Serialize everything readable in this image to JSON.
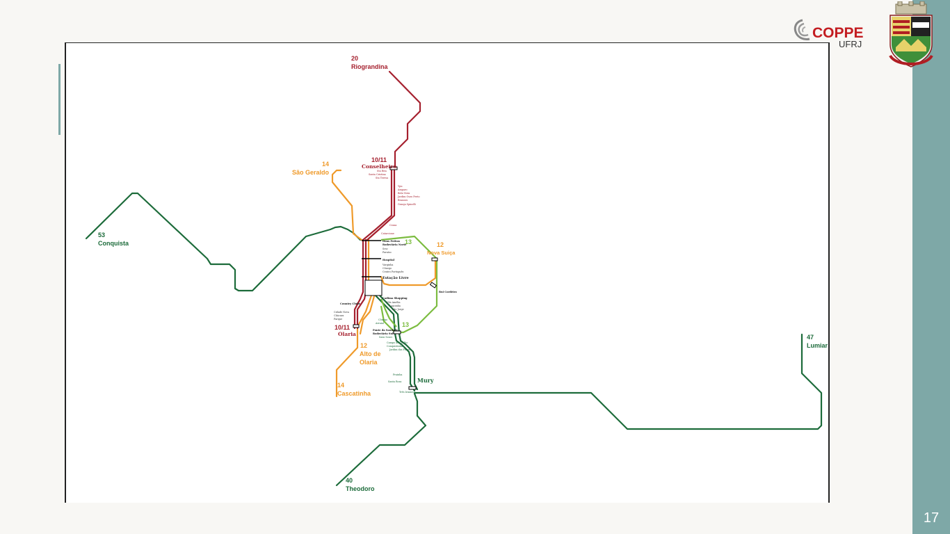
{
  "slide": {
    "page_number": "17"
  },
  "logos": {
    "coppe": "COPPE",
    "ufrj": "UFRJ"
  },
  "colors": {
    "red": "#a5202e",
    "orange": "#ef9a2a",
    "light_green": "#7cbc40",
    "dark_green": "#1c6b3a",
    "sidebar": "#7ea8a7"
  },
  "map": {
    "line_labels": {
      "riograndina": {
        "num": "20",
        "name": "Riograndina"
      },
      "conselheiro": {
        "num": "10/11",
        "name": "Conselheiro"
      },
      "sao_geraldo": {
        "num": "14",
        "name": "São Geraldo"
      },
      "conquista": {
        "num": "53",
        "name": "Conquista"
      },
      "nova_suica": {
        "num": "12",
        "name": "Nova Suiça"
      },
      "olaria": {
        "num": "10/11",
        "name": "Olaria"
      },
      "alto_olaria": {
        "num": "12",
        "name1": "Alto de",
        "name2": "Olaria"
      },
      "cascatinha": {
        "num": "14",
        "name": "Cascatinha"
      },
      "lumiar": {
        "num": "47",
        "name": "Lumiar"
      },
      "theodoro": {
        "num": "40",
        "name": "Theodoro"
      },
      "ring13_top": "13",
      "ring13_bottom": "13"
    },
    "stations": {
      "estacao_livre": "Estação Livre",
      "mury": "Mury",
      "rui_cordeiro": "Rui Cordeiro",
      "country_club": "Country Clube",
      "hospital": "Hospital",
      "duas_pedras": "Duas Pedras",
      "rodoviaria_norte": "Rodoviária Norte",
      "sesc": "Sesc",
      "paraiso": "Paraíso",
      "cadima_shopping": "Cadima Shopping",
      "rodoviaria_sul": "Rodoviária Sul",
      "ponte_saudade": "Ponte da Saudade",
      "sans_souci": "Sans Souci"
    },
    "north_stops": [
      "Sta Rita",
      "Santa Cristina",
      "Sta Teresa",
      "Ceasa"
    ],
    "red_stops": [
      "Ypu",
      "Amparo",
      "Jardim Ouro Preto",
      "Bela Vista",
      "Braunes",
      "Granja Spinelli"
    ],
    "small_stops": [
      "Catarcione",
      "Varginha",
      "Cônego",
      "Centro Português",
      "Cidade Nova",
      "Chácara",
      "Parque",
      "Vila Amélia",
      "Lagoinha",
      "São Jorge"
    ],
    "south_stops": [
      "Cônego",
      "Arraial",
      "Campo do Coelho",
      "Conquistinha",
      "Jardim das Flores",
      "Prainha",
      "Santa Rosa",
      "Três Irmãos"
    ]
  }
}
